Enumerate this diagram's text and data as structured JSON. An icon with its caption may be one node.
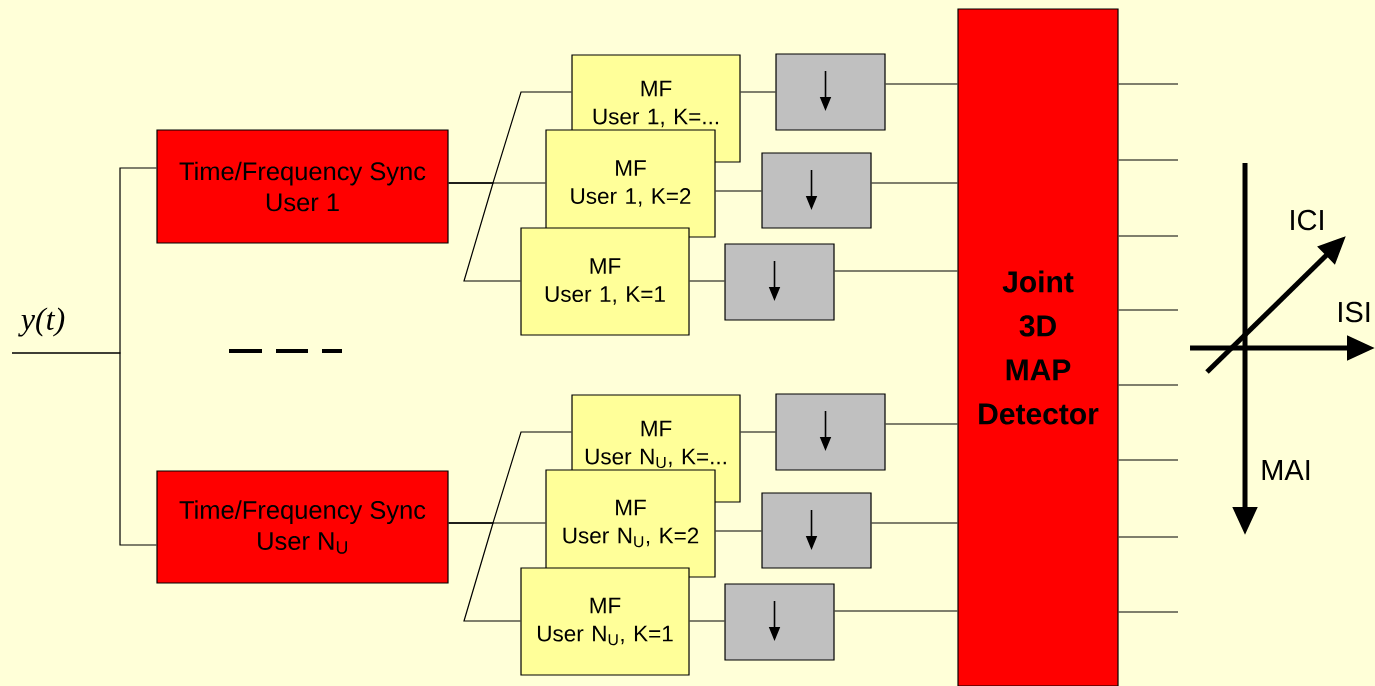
{
  "diagram": {
    "nodes": [
      {
        "text": [
          "Time/Frequency Sync User 1"
        ]
      },
      {
        "text": [
          "Time/Frequency Sync User N$_{U}$"
        ]
      },
      {
        "text": [
          "MF",
          "User 1, K=..."
        ]
      },
      {
        "text": [
          "MF",
          "User 1, K=2"
        ]
      },
      {
        "text": [
          "MF",
          "User 1, K=1"
        ]
      },
      {
        "text": [],
        "shape": "box"
      },
      {
        "text": [],
        "shape": "box"
      },
      {
        "text": [],
        "shape": "box"
      },
      {
        "text": [
          "MF",
          "User N$_{U}$, K=..."
        ]
      },
      {
        "text": [
          "MF",
          "User N$_{U}$, K=2"
        ]
      },
      {
        "text": [
          "MF",
          "User N$_{U}$, K=1"
        ]
      },
      {
        "text": [],
        "shape": "box"
      },
      {
        "text": [],
        "shape": "box"
      },
      {
        "text": [],
        "shape": "box"
      },
      {
        "text": [
          "Joint 3D MAP Detector"
        ]
      }
    ],
    "edges": [
      {
        "from": null,
        "to": 0,
        "arrow": "none"
      },
      {
        "from": null,
        "to": 1,
        "arrow": "none"
      },
      {
        "from": 0,
        "to": 2,
        "arrow": "none"
      },
      {
        "from": 0,
        "to": 3,
        "arrow": "none"
      },
      {
        "from": 0,
        "to": 4,
        "arrow": "none"
      },
      {
        "from": 2,
        "to": 5,
        "arrow": "none"
      },
      {
        "from": 3,
        "to": 6,
        "arrow": "none"
      },
      {
        "from": 4,
        "to": 7,
        "arrow": "none"
      },
      {
        "from": 5,
        "to": 14,
        "arrow": "none"
      },
      {
        "from": 6,
        "to": 14,
        "arrow": "none"
      },
      {
        "from": 7,
        "to": 14,
        "arrow": "none"
      },
      {
        "from": 1,
        "to": 8,
        "arrow": "none"
      },
      {
        "from": 1,
        "to": 9,
        "arrow": "none"
      },
      {
        "from": 1,
        "to": 10,
        "arrow": "none"
      },
      {
        "from": 8,
        "to": 11,
        "arrow": "none"
      },
      {
        "from": 9,
        "to": 12,
        "arrow": "none"
      },
      {
        "from": 10,
        "to": 13,
        "arrow": "none"
      },
      {
        "from": 11,
        "to": 14,
        "arrow": "none"
      },
      {
        "from": 12,
        "to": 14,
        "arrow": "none"
      },
      {
        "from": 13,
        "to": 14,
        "arrow": "none"
      },
      {
        "from": 14,
        "to": null,
        "arrow": "none"
      },
      {
        "from": 14,
        "to": null,
        "arrow": "none"
      },
      {
        "from": 14,
        "to": null,
        "arrow": "none"
      },
      {
        "from": 14,
        "to": null,
        "arrow": "none"
      },
      {
        "from": 14,
        "to": null,
        "arrow": "none"
      },
      {
        "from": 14,
        "to": null,
        "arrow": "none"
      },
      {
        "from": 14,
        "to": null,
        "arrow": "none"
      },
      {
        "from": 14,
        "to": null,
        "arrow": "none"
      }
    ],
    "labels": [
      "y(t)",
      "ICI",
      "ISI",
      "MAI"
    ]
  }
}
